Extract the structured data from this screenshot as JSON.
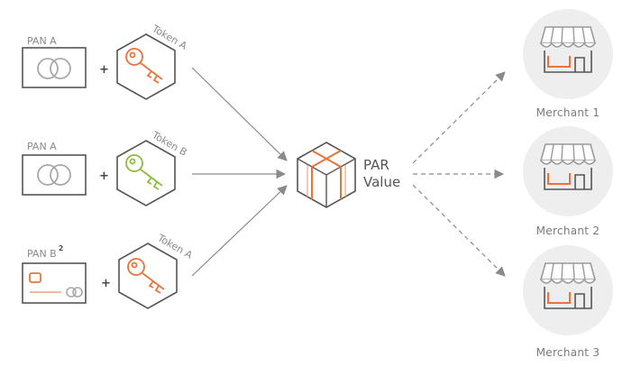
{
  "colors": {
    "orange": "#e8743a",
    "orange_light": "#f2b08e",
    "green": "#8cbc3c",
    "gray_line": "#8a8a8a",
    "gray_dark": "#555555",
    "circle_fill": "#eeeeee"
  },
  "inputs": [
    {
      "pan_label": "PAN A",
      "pan_superscript": "",
      "token_label": "Token A",
      "key_color": "orange"
    },
    {
      "pan_label": "PAN A",
      "pan_superscript": "",
      "token_label": "Token B",
      "key_color": "green"
    },
    {
      "pan_label": "PAN B",
      "pan_superscript": "2",
      "token_label": "Token A",
      "key_color": "orange"
    }
  ],
  "plus_sign": "+",
  "par": {
    "line1": "PAR",
    "line2": "Value"
  },
  "merchants": [
    {
      "label": "Merchant 1"
    },
    {
      "label": "Merchant 2"
    },
    {
      "label": "Merchant 3"
    }
  ]
}
